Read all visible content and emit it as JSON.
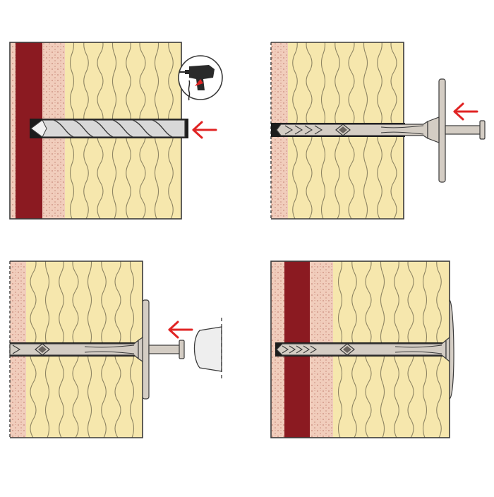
{
  "colors": {
    "background": "#ffffff",
    "insulation": "#f6e7ad",
    "insulation_fiber": "#8e8563",
    "plaster": "#f1cdbc",
    "plaster_dots": "#c88b7a",
    "masonry": "#8b1a21",
    "outline": "#3a3a3a",
    "anchor": "#d4cdc4",
    "anchor_dark": "#6b6560",
    "drill_bit": "#d8d8d8",
    "arrow": "#e02424",
    "hole": "#1c1c1c"
  },
  "icons": {
    "drill": "drill-icon",
    "arrow": "arrow-left-icon",
    "hammer": "hammer-head-icon"
  },
  "panels": [
    {
      "id": "step-1",
      "name": "drill-hole-step"
    },
    {
      "id": "step-2",
      "name": "insert-anchor-step"
    },
    {
      "id": "step-3",
      "name": "hammer-nail-step"
    },
    {
      "id": "step-4",
      "name": "anchor-installed-step"
    }
  ]
}
